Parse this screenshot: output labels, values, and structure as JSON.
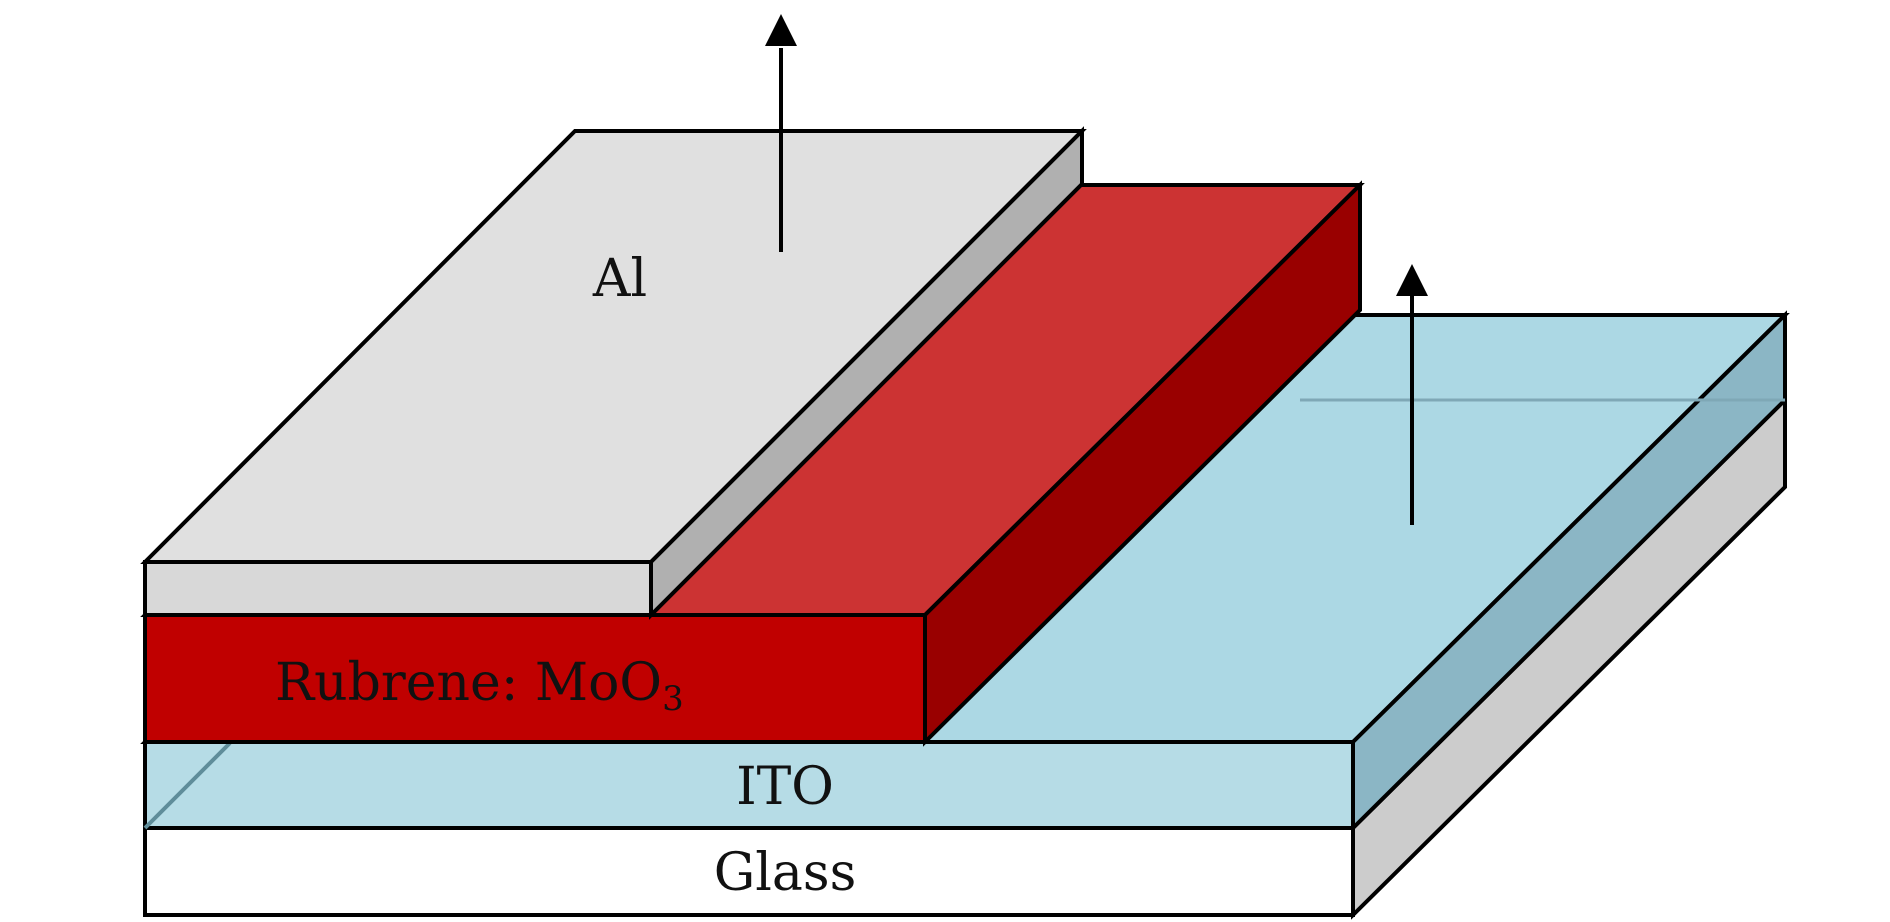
{
  "diagram": {
    "layers": {
      "glass": {
        "label": "Glass",
        "front": "#ffffff",
        "side": "#cccccc"
      },
      "ito": {
        "label": "ITO",
        "front": "#b6dce6",
        "top": "#acd8e4",
        "side": "#8bb6c5"
      },
      "rubrene": {
        "label_main": "Rubrene: MoO",
        "label_sub": "3",
        "front": "#c00000",
        "top": "#cc3333",
        "side": "#990000"
      },
      "al": {
        "label": "Al",
        "front": "#d8d8d8",
        "top": "#e0e0e0",
        "side": "#b0b0b0"
      }
    },
    "arrows": [
      {
        "name": "al-contact-arrow"
      },
      {
        "name": "ito-contact-arrow"
      }
    ]
  }
}
